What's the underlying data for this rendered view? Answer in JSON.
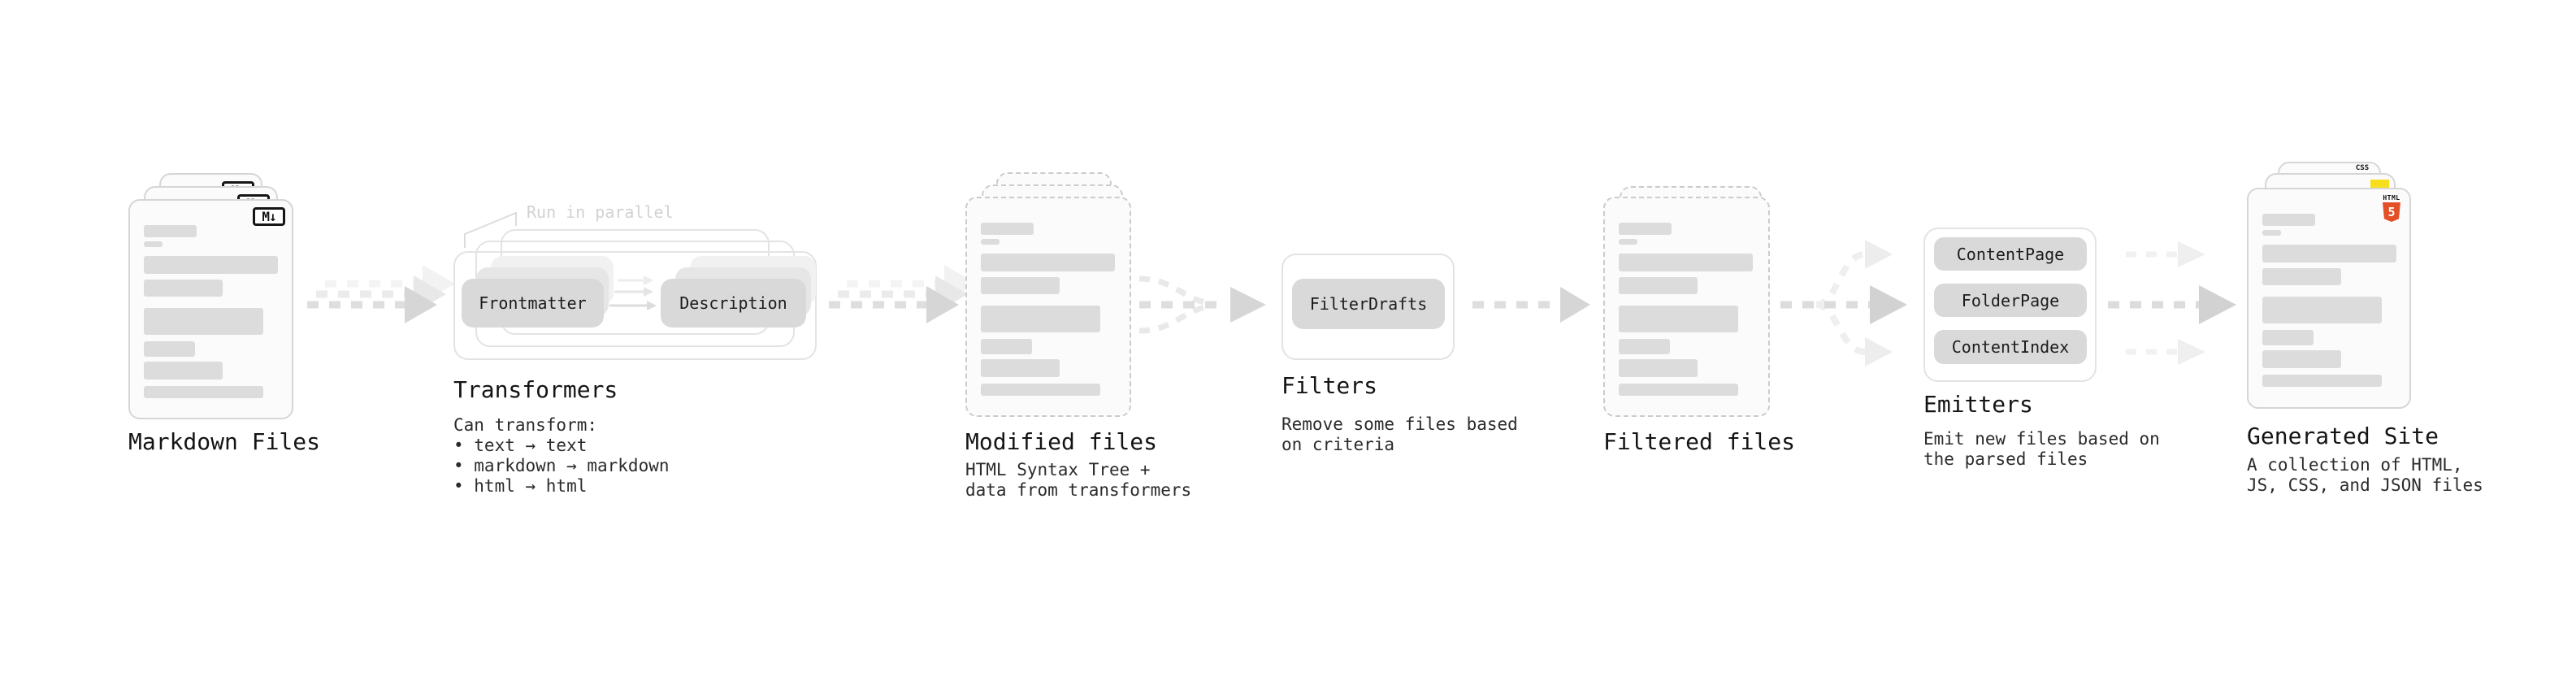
{
  "markdown": {
    "label": "Markdown Files",
    "badge": "M↓"
  },
  "transformers": {
    "label": "Transformers",
    "annotation": "Run in parallel",
    "pill_frontmatter": "Frontmatter",
    "pill_description": "Description",
    "description": "Can transform:\n • text → text\n • markdown → markdown\n • html → html"
  },
  "modified_files": {
    "label": "Modified files",
    "description": "HTML Syntax Tree +\ndata from transformers"
  },
  "filters": {
    "label": "Filters",
    "pill": "FilterDrafts",
    "description": "Remove some files based\non criteria"
  },
  "filtered_files": {
    "label": "Filtered files"
  },
  "emitters": {
    "label": "Emitters",
    "pill_content_page": "ContentPage",
    "pill_folder_page": "FolderPage",
    "pill_content_index": "ContentIndex",
    "description": "Emit new files based on\nthe parsed files"
  },
  "generated_site": {
    "label": "Generated Site",
    "description": "A collection of HTML,\nJS, CSS, and JSON files",
    "badge_html_label": "HTML",
    "badge_html_number": "5",
    "badge_css": "CSS"
  },
  "doc_bars": [
    [
      30,
      65,
      15
    ],
    [
      50,
      23,
      7
    ],
    [
      68,
      165,
      22
    ],
    [
      97,
      97,
      21
    ],
    [
      132,
      147,
      33
    ],
    [
      173,
      63,
      19
    ],
    [
      198,
      97,
      22
    ],
    [
      228,
      147,
      15
    ]
  ],
  "colors": {
    "html5_orange": "#e34f26",
    "js_yellow": "#f7df1e",
    "css_blue": "#2965f1",
    "pill_gray": "#d9d9d9"
  }
}
